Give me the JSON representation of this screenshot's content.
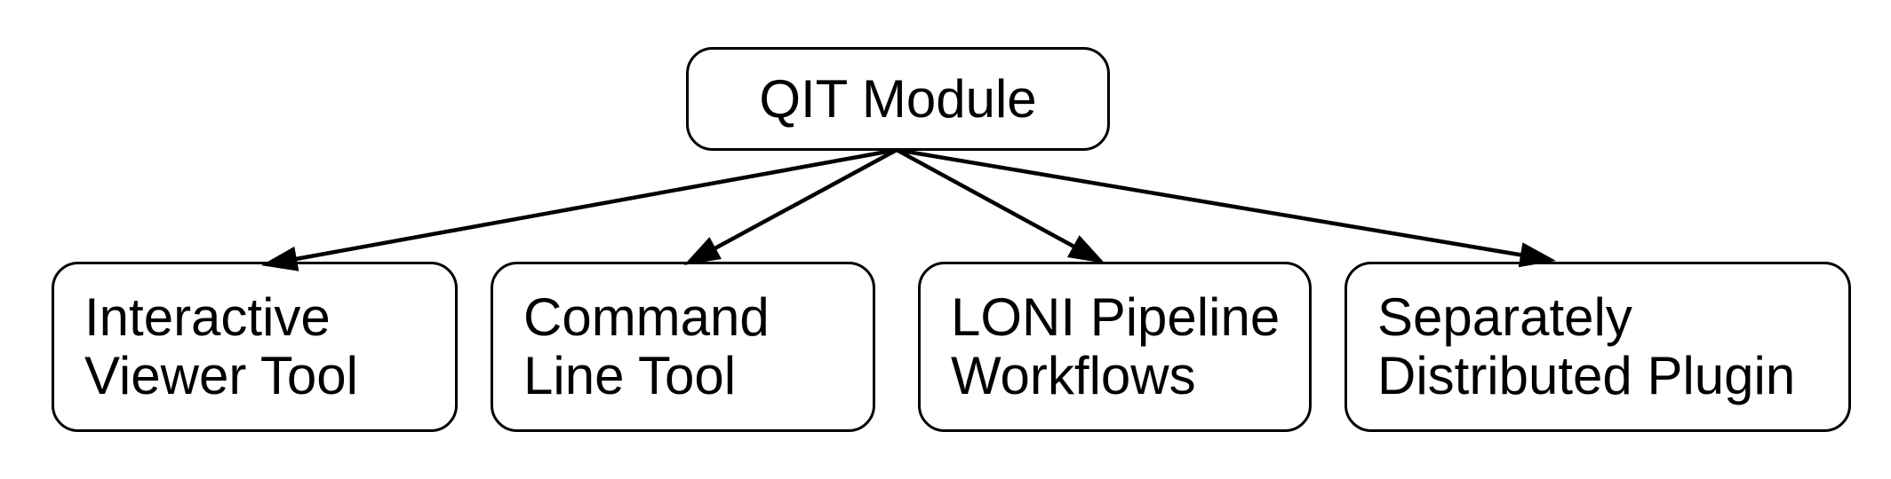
{
  "diagram": {
    "type": "flowchart",
    "colors": {
      "background": "#ffffff",
      "node_fill": "#ffffff",
      "node_border": "#000000",
      "text": "#000000",
      "arrow": "#000000"
    },
    "root": {
      "id": "qit-module",
      "label": "QIT Module",
      "lines": [
        "QIT Module"
      ]
    },
    "children": [
      {
        "id": "interactive-viewer-tool",
        "label": "Interactive Viewer Tool",
        "lines": [
          "Interactive",
          "Viewer Tool"
        ]
      },
      {
        "id": "command-line-tool",
        "label": "Command Line Tool",
        "lines": [
          "Command",
          "Line Tool"
        ]
      },
      {
        "id": "loni-pipeline-workflows",
        "label": "LONI Pipeline Workflows",
        "lines": [
          "LONI Pipeline",
          "Workflows"
        ]
      },
      {
        "id": "separately-distributed-plugin",
        "label": "Separately Distributed Plugin",
        "lines": [
          "Separately",
          "Distributed Plugin"
        ]
      }
    ],
    "edges": [
      {
        "from": "qit-module",
        "to": "interactive-viewer-tool"
      },
      {
        "from": "qit-module",
        "to": "command-line-tool"
      },
      {
        "from": "qit-module",
        "to": "loni-pipeline-workflows"
      },
      {
        "from": "qit-module",
        "to": "separately-distributed-plugin"
      }
    ]
  }
}
